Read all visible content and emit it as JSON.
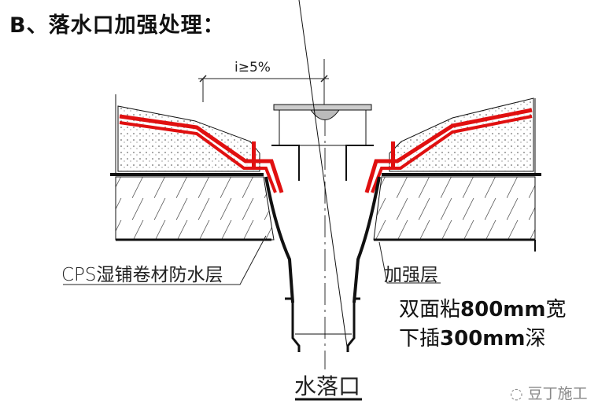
{
  "title": "B、落水口加强处理：",
  "slope_label": "i≥5%",
  "labels": {
    "membrane": "CPS湿铺卷材防水层",
    "reinforcement": "加强层",
    "note_line1_a": "双面粘",
    "note_line1_b": "800mm",
    "note_line1_c": "宽",
    "note_line2_a": "下插",
    "note_line2_b": "300mm",
    "note_line2_c": "深",
    "outlet": "水落口"
  },
  "watermark": "豆丁施工",
  "colors": {
    "membrane_red": "#e01010",
    "line": "#111111"
  }
}
